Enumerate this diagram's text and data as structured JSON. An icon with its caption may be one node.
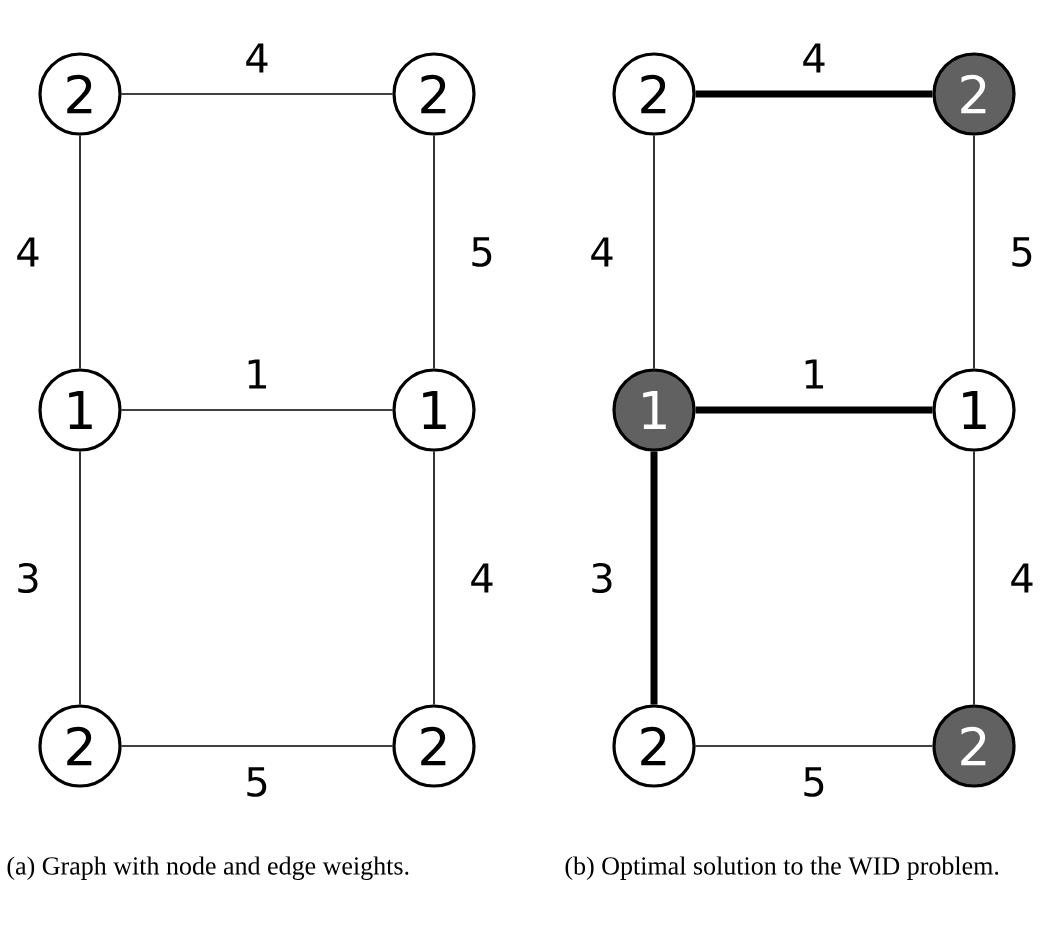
{
  "diagram": {
    "nodes": [
      {
        "text": [
          "2"
        ]
      },
      {
        "text": [
          "2"
        ]
      },
      {
        "text": [
          "1"
        ]
      },
      {
        "text": [
          "1"
        ]
      },
      {
        "text": [
          "2"
        ]
      },
      {
        "text": [
          "2"
        ]
      },
      {
        "text": [
          "2"
        ]
      },
      {
        "text": [
          "2"
        ]
      },
      {
        "text": [
          "1"
        ]
      },
      {
        "text": [
          "1"
        ]
      },
      {
        "text": [
          "2"
        ]
      },
      {
        "text": [
          "2"
        ]
      }
    ],
    "edges": [
      {
        "from": 0,
        "to": 1,
        "arrow": "none",
        "label": "4"
      },
      {
        "from": 0,
        "to": 2,
        "arrow": "none",
        "label": "4"
      },
      {
        "from": 1,
        "to": 3,
        "arrow": "none",
        "label": "5"
      },
      {
        "from": 2,
        "to": 3,
        "arrow": "none",
        "label": "1"
      },
      {
        "from": 2,
        "to": 4,
        "arrow": "none",
        "label": "3"
      },
      {
        "from": 3,
        "to": 5,
        "arrow": "none",
        "label": "4"
      },
      {
        "from": 4,
        "to": 5,
        "arrow": "none",
        "label": "5"
      },
      {
        "from": 6,
        "to": 7,
        "arrow": "none",
        "label": "4",
        "style": "thick"
      },
      {
        "from": 6,
        "to": 8,
        "arrow": "none",
        "label": "4"
      },
      {
        "from": 7,
        "to": 9,
        "arrow": "none",
        "label": "5"
      },
      {
        "from": 8,
        "to": 9,
        "arrow": "none",
        "label": "1",
        "style": "thick"
      },
      {
        "from": 8,
        "to": 10,
        "arrow": "none",
        "label": "3",
        "style": "thick"
      },
      {
        "from": 9,
        "to": 11,
        "arrow": "none",
        "label": "4"
      },
      {
        "from": 10,
        "to": 11,
        "arrow": "none",
        "label": "5"
      }
    ],
    "labels": [
      "(a) Graph with node and edge weights.",
      "(b) Optimal solution to the WID problem."
    ]
  }
}
